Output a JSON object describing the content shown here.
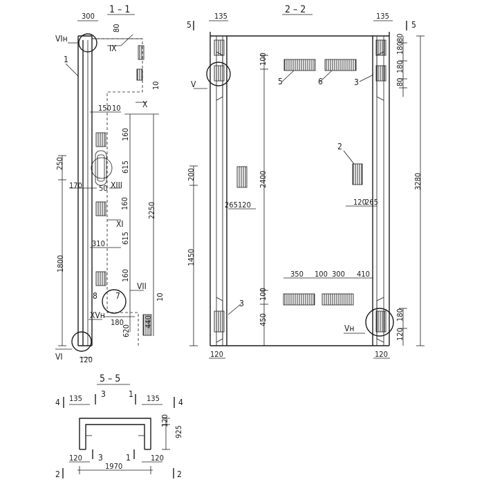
{
  "sections": {
    "s11": {
      "title": "1 – 1"
    },
    "s22": {
      "title": "2 – 2"
    },
    "s55": {
      "title": "5 – 5"
    }
  },
  "dims_11": {
    "top_width": "300",
    "d80": "80",
    "d150": "150",
    "d10a": "10",
    "d10b": "10",
    "d10c": "10",
    "d160a": "160",
    "d615a": "615",
    "d50": "50",
    "d160b": "160",
    "d615b": "615",
    "d160c": "160",
    "d250": "250",
    "d170": "170",
    "d1800": "1800",
    "d310": "310",
    "d2250": "2250",
    "d180": "180",
    "d620": "620",
    "d440": "440",
    "d120": "120"
  },
  "labels_11": {
    "VIn": "VIн",
    "one": "1",
    "IX": "IX",
    "X": "X",
    "XIII": "XIII",
    "XI": "XI",
    "eight": "8",
    "seven": "7",
    "VII": "VII",
    "XVn": "XVн",
    "VI": "VI"
  },
  "dims_22": {
    "d135l": "135",
    "d135r": "135",
    "d80a": "80",
    "d180a": "180",
    "d180b": "180",
    "d80b": "80",
    "d100a": "100",
    "d200": "200",
    "d2400": "2400",
    "d3280": "3280",
    "d265l": "265",
    "d120l": "120",
    "d120r": "120",
    "d265r": "265",
    "d1450": "1450",
    "d350": "350",
    "d100b": "100",
    "d300": "300",
    "d410": "410",
    "d100c": "100",
    "d450": "450",
    "d180c": "180",
    "d120c": "120",
    "d120bl": "120",
    "d120br": "120"
  },
  "labels_22": {
    "five_l": "5",
    "five_r": "5",
    "V": "V",
    "m5": "5",
    "m6": "6",
    "m3a": "3",
    "m2": "2",
    "m3b": "3",
    "Vn": "Vн"
  },
  "dims_55": {
    "d135l": "135",
    "d135r": "135",
    "d120a": "120",
    "d925": "925",
    "d120bl": "120",
    "d120br": "120",
    "d1970": "1970"
  },
  "labels_55": {
    "four_l": "4",
    "four_r": "4",
    "three_t": "3",
    "one_t": "1",
    "three_b": "3",
    "one_b": "1",
    "two_l": "2",
    "two_r": "2"
  }
}
